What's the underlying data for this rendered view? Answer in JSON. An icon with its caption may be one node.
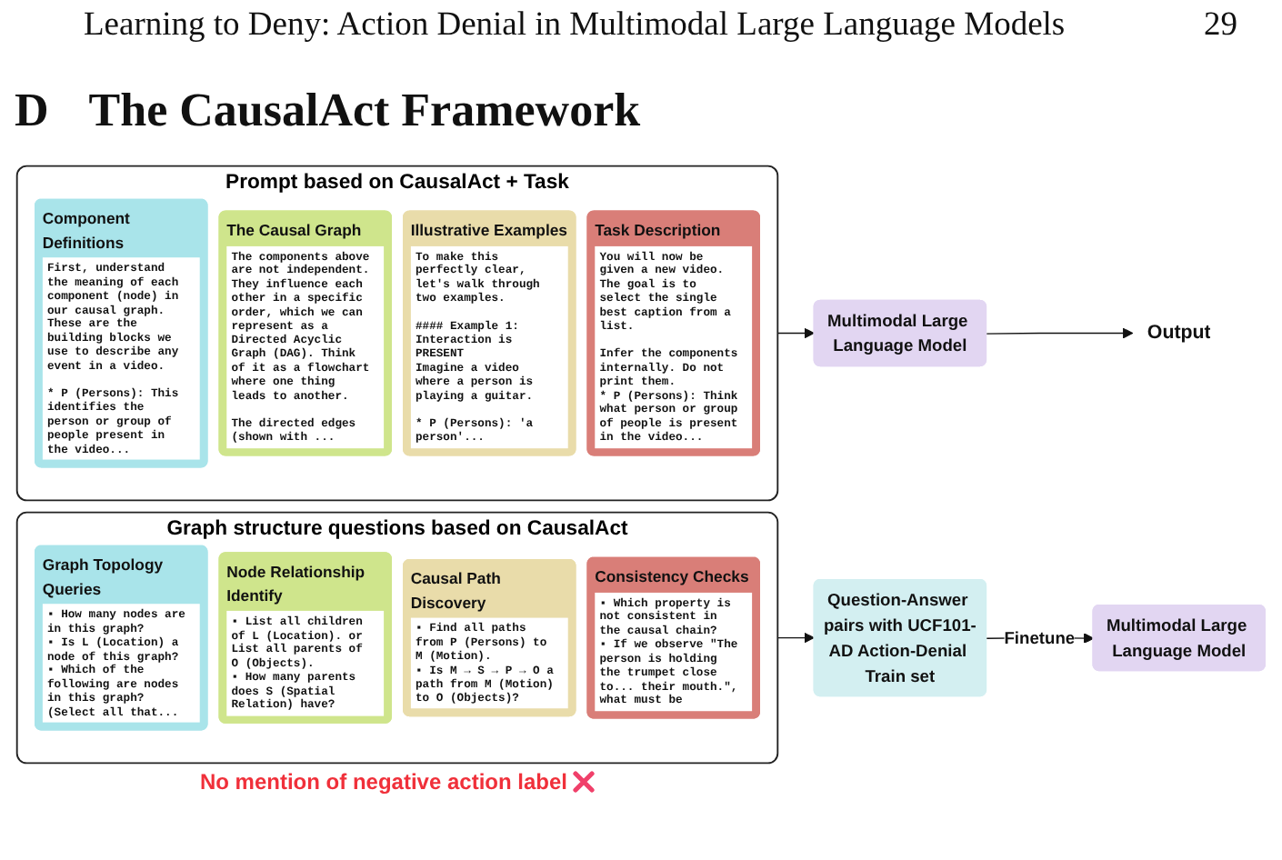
{
  "diagram": {
    "nodes": [
      {
        "text": [
          "Prompt based on CausalAct + Task"
        ]
      },
      {
        "text": [
          "Component Definitions",
          "First, understand the meaning of each component (node) in our causal graph. These are the building blocks we use to describe any event in a video.",
          "* P (Persons): This identifies the person or group of people present in the video..."
        ],
        "in": 0
      },
      {
        "text": [
          "The Causal Graph",
          "The components above are not independent. They influence each other in a specific order, which we can represent as a Directed Acyclic Graph (DAG). Think of it as a flowchart where one thing leads to another.",
          "The directed edges (shown with ..."
        ],
        "in": 0
      },
      {
        "text": [
          "Illustrative Examples",
          "To make this perfectly clear, let's walk through two examples.",
          "#### Example 1: Interaction is PRESENT",
          "Imagine a video where a person is playing a guitar.",
          "* P (Persons): 'a person'..."
        ],
        "in": 0
      },
      {
        "text": [
          "Task Description",
          "You will now be given a new video. The goal is to select the single best caption from a list.",
          "Infer the components internally. Do not print them.",
          "* P (Persons): Think what person or group of people is present in the video..."
        ],
        "in": 0
      },
      {
        "text": [
          "Multimodal Large Language Model"
        ]
      },
      {
        "text": [
          "Output"
        ]
      },
      {
        "text": [
          "Graph structure questions based on CausalAct"
        ]
      },
      {
        "text": [
          "Graph Topology Queries",
          "▪ How many nodes are in this graph?",
          "▪ Is L (Location) a node of this graph?",
          "▪ Which of the following are nodes in this graph? (Select all that..."
        ],
        "in": 7
      },
      {
        "text": [
          "Node Relationship Identify",
          "▪ List all children of L (Location). or List all parents of O (Objects).",
          "▪ How many parents does S (Spatial Relation) have?"
        ],
        "in": 7
      },
      {
        "text": [
          "Causal Path Discovery",
          "▪ Find all paths from P (Persons) to M (Motion).",
          "▪ Is M → S → P → O a path from M (Motion) to O (Objects)?"
        ],
        "in": 7
      },
      {
        "text": [
          "Consistency Checks",
          "▪ Which property is not consistent in the causal chain?",
          "▪ If we observe \"The person is holding the trumpet close to... their mouth.\", what must be"
        ],
        "in": 7
      },
      {
        "text": [
          "Question-Answer pairs with UCF101-AD Action-Denial Train set"
        ]
      },
      {
        "text": [
          "Multimodal Large Language Model"
        ]
      }
    ],
    "edges": [
      {
        "from": 0,
        "to": 5,
        "arrow": "to"
      },
      {
        "from": 5,
        "to": 6,
        "arrow": "to"
      },
      {
        "from": 7,
        "to": 12,
        "arrow": "to"
      },
      {
        "from": 12,
        "to": 13,
        "arrow": "to",
        "label": "Finetune"
      }
    ],
    "labels": [
      "Learning to Deny: Action Denial in Multimodal Large Language Models",
      "29",
      "D",
      "The CausalAct Framework",
      "No mention of negative action label"
    ]
  }
}
